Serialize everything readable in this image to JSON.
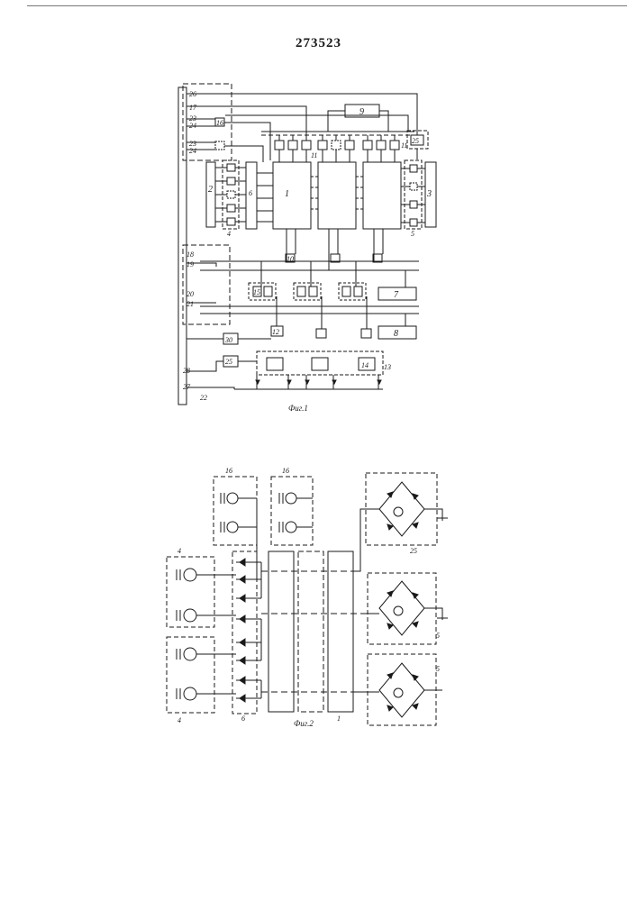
{
  "document": {
    "patent_number": "273523"
  },
  "figure1": {
    "caption": "Фиг.1",
    "connector_pins_top": [
      "26",
      "17",
      "23",
      "24",
      "23",
      "24"
    ],
    "connector_pins_mid": [
      "18",
      "19",
      "20",
      "21"
    ],
    "connector_pins_bottom": [
      "28",
      "27",
      "22"
    ],
    "block_labels": {
      "b1": "1",
      "b2": "2",
      "b3": "3",
      "b4": "4",
      "b5": "5",
      "b6": "6",
      "b7": "7",
      "b8": "8",
      "b9": "9",
      "b10": "10",
      "b11a": "11",
      "b11b": "11",
      "b12": "12",
      "b13": "13",
      "b14": "14",
      "b15": "15",
      "b16": "16",
      "b25a": "25",
      "b25b": "25",
      "b30": "30"
    }
  },
  "figure2": {
    "caption": "Фиг.2",
    "labels": {
      "g16a": "16",
      "g16b": "16",
      "g4a": "4",
      "g4b": "4",
      "g6": "6",
      "g1": "1",
      "g25": "25",
      "g5a": "5",
      "g5b": "5"
    }
  },
  "colors": {
    "ink": "#1a1a1a",
    "paper": "#ffffff"
  }
}
